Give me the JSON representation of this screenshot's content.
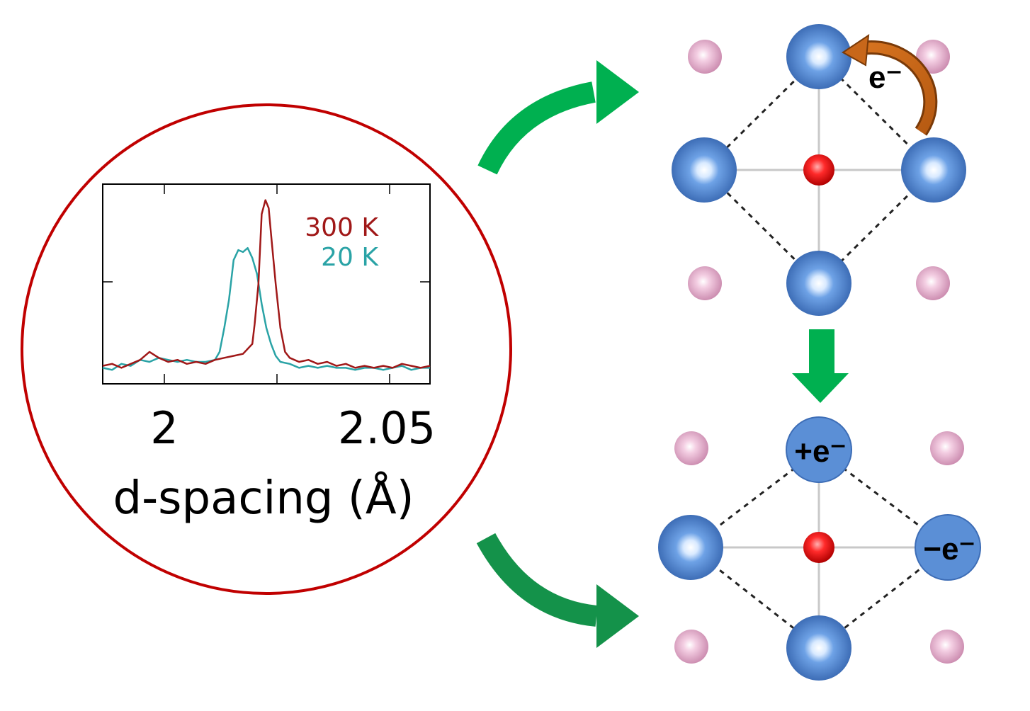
{
  "colors": {
    "circle_outline": "#c00000",
    "series_300K": "#a01818",
    "series_20K": "#2aa3a6",
    "green_arrow": "#00b050",
    "green_arrow_dark": "#14924a",
    "orange_arrow": "#c8671a",
    "large_atom": "#5b8fd6",
    "small_red_atom": "#e31a1a",
    "small_pink_atom": "#e6a6c8"
  },
  "chart_data": {
    "type": "line",
    "xlabel": "d-spacing (Å)",
    "ylabel": "",
    "xlim": [
      1.987,
      2.057
    ],
    "ylim": [
      0,
      1
    ],
    "x_ticks": [
      "2",
      "2.05"
    ],
    "legend_position": "top-right",
    "series": [
      {
        "name": "300 K",
        "color": "#a01818",
        "x": [
          1.987,
          1.989,
          1.991,
          1.993,
          1.995,
          1.997,
          1.999,
          2.001,
          2.003,
          2.005,
          2.007,
          2.009,
          2.011,
          2.013,
          2.015,
          2.017,
          2.019,
          2.0195,
          2.0203,
          2.021,
          2.0218,
          2.0225,
          2.023,
          2.024,
          2.025,
          2.026,
          2.027,
          2.028,
          2.029,
          2.031,
          2.033,
          2.035,
          2.037,
          2.039,
          2.041,
          2.043,
          2.045,
          2.047,
          2.049,
          2.051,
          2.053,
          2.055,
          2.057
        ],
        "y": [
          0.09,
          0.1,
          0.08,
          0.1,
          0.12,
          0.16,
          0.13,
          0.11,
          0.12,
          0.1,
          0.11,
          0.1,
          0.12,
          0.13,
          0.14,
          0.15,
          0.2,
          0.3,
          0.5,
          0.85,
          0.92,
          0.88,
          0.75,
          0.5,
          0.28,
          0.16,
          0.13,
          0.12,
          0.11,
          0.12,
          0.1,
          0.11,
          0.09,
          0.1,
          0.08,
          0.09,
          0.08,
          0.09,
          0.08,
          0.1,
          0.09,
          0.08,
          0.09
        ]
      },
      {
        "name": "20 K",
        "color": "#2aa3a6",
        "x": [
          1.987,
          1.989,
          1.991,
          1.993,
          1.995,
          1.997,
          1.999,
          2.001,
          2.003,
          2.005,
          2.007,
          2.009,
          2.011,
          2.012,
          2.013,
          2.014,
          2.015,
          2.016,
          2.017,
          2.018,
          2.019,
          2.02,
          2.021,
          2.022,
          2.023,
          2.024,
          2.025,
          2.027,
          2.029,
          2.031,
          2.033,
          2.035,
          2.037,
          2.039,
          2.041,
          2.043,
          2.045,
          2.047,
          2.049,
          2.051,
          2.053,
          2.055,
          2.057
        ],
        "y": [
          0.08,
          0.07,
          0.1,
          0.09,
          0.12,
          0.11,
          0.13,
          0.12,
          0.11,
          0.12,
          0.11,
          0.11,
          0.12,
          0.16,
          0.28,
          0.42,
          0.62,
          0.67,
          0.66,
          0.68,
          0.63,
          0.55,
          0.4,
          0.28,
          0.2,
          0.14,
          0.11,
          0.1,
          0.08,
          0.09,
          0.08,
          0.09,
          0.08,
          0.08,
          0.07,
          0.08,
          0.08,
          0.07,
          0.08,
          0.09,
          0.07,
          0.08,
          0.08
        ]
      }
    ]
  },
  "diagram": {
    "top_panel": {
      "electron_arrow_label": "e⁻"
    },
    "bottom_panel": {
      "top_atom_label": "+e⁻",
      "right_atom_label": "−e⁻"
    }
  }
}
